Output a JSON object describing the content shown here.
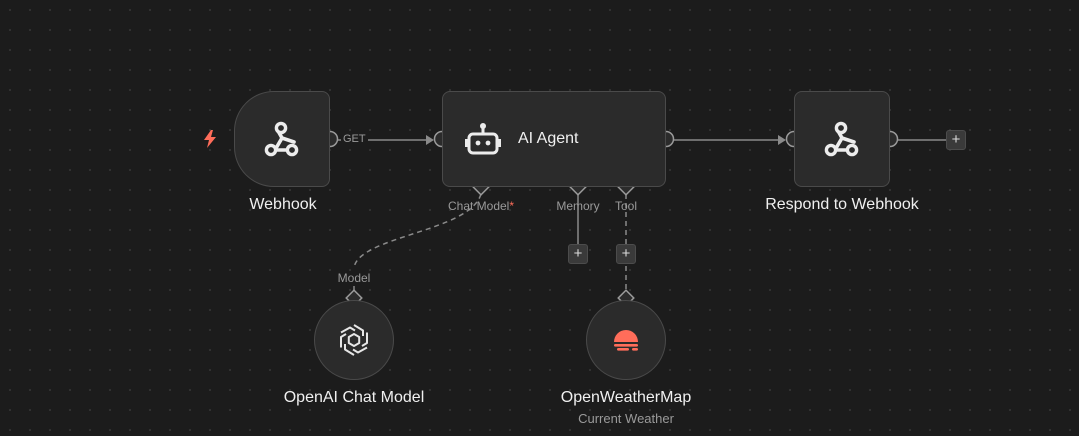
{
  "trigger_icon": "lightning-icon",
  "nodes": {
    "webhook": {
      "title": "Webhook",
      "icon": "webhook-icon"
    },
    "agent": {
      "title": "AI Agent",
      "icon": "robot-icon"
    },
    "respond": {
      "title": "Respond to Webhook",
      "icon": "webhook-icon"
    },
    "openai": {
      "title": "OpenAI Chat Model",
      "icon": "openai-icon"
    },
    "weather": {
      "title": "OpenWeatherMap",
      "subtitle": "Current Weather",
      "icon": "weather-icon"
    }
  },
  "edges": {
    "get_label": "GET",
    "model_label": "Model"
  },
  "ports": {
    "chat_model": "Chat Model",
    "chat_model_required": "*",
    "memory": "Memory",
    "tool": "Tool"
  },
  "buttons": {
    "add": "+"
  },
  "colors": {
    "accent": "#ff6d5a",
    "node_bg": "#2b2b2b",
    "node_border": "#4a4a4a"
  }
}
